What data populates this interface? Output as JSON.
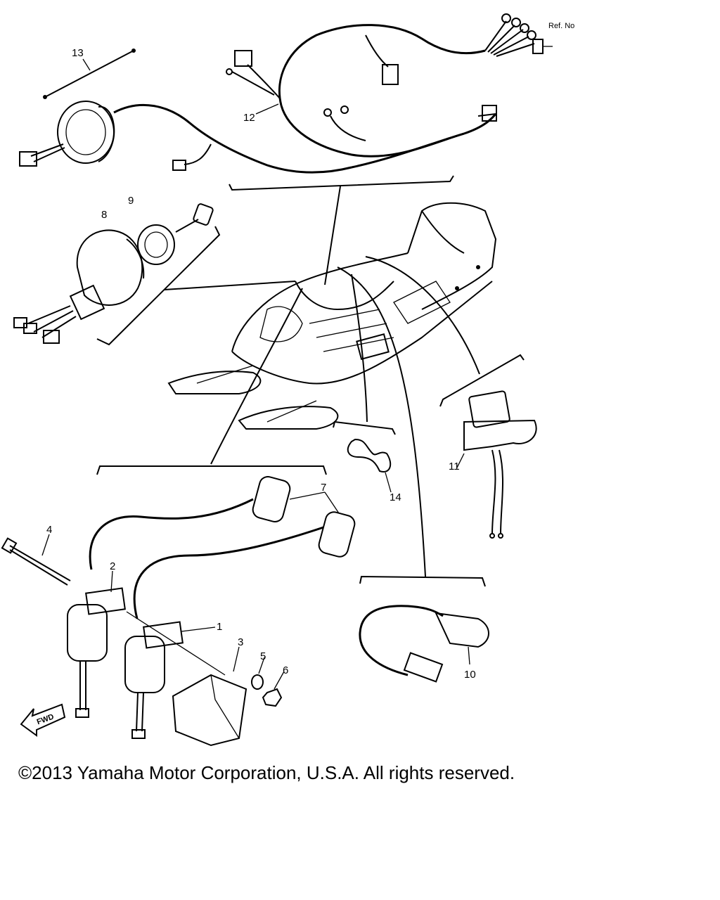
{
  "diagram": {
    "ref_label": "Ref. No",
    "fwd_label": "FWD",
    "callouts": [
      "1",
      "2",
      "3",
      "4",
      "5",
      "6",
      "7",
      "8",
      "9",
      "10",
      "11",
      "12",
      "13",
      "14"
    ]
  },
  "copyright": "©2013 Yamaha Motor Corporation, U.S.A. All rights reserved."
}
